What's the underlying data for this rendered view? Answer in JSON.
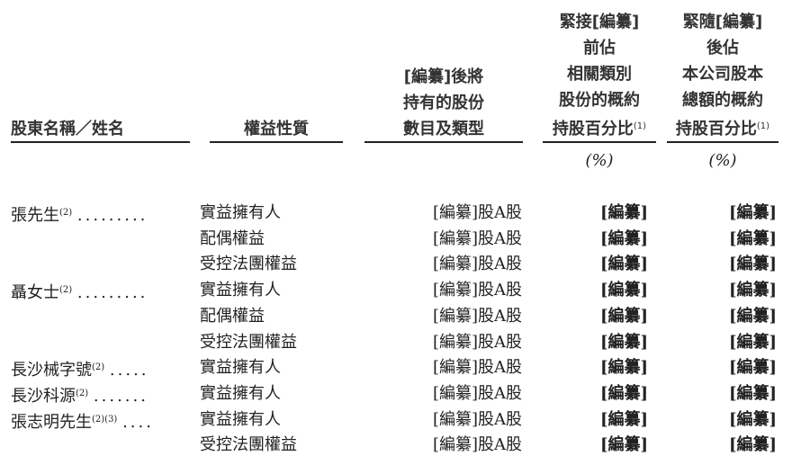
{
  "headers": {
    "name": [
      "股東名稱／姓名"
    ],
    "nature": [
      "權益性質"
    ],
    "shares": [
      "[編纂]後將",
      "持有的股份",
      "數目及類型"
    ],
    "pct_before": [
      "緊接[編纂]",
      "前佔",
      "相關類別",
      "股份的概約",
      "持股百分比"
    ],
    "pct_after": [
      "緊隨[編纂]",
      "後佔",
      "本公司股本",
      "總額的概約",
      "持股百分比"
    ],
    "note": "(1)",
    "unit": "(%)"
  },
  "rows": [
    {
      "name": "張先生",
      "note": "(2)",
      "dots": ".........",
      "nature": "實益擁有人",
      "shares": "[編纂]股A股",
      "pct_before": "[編纂]",
      "pct_after": "[編纂]"
    },
    {
      "name": "",
      "note": "",
      "dots": "",
      "nature": "配偶權益",
      "shares": "[編纂]股A股",
      "pct_before": "[編纂]",
      "pct_after": "[編纂]"
    },
    {
      "name": "",
      "note": "",
      "dots": "",
      "nature": "受控法團權益",
      "shares": "[編纂]股A股",
      "pct_before": "[編纂]",
      "pct_after": "[編纂]"
    },
    {
      "name": "聶女士",
      "note": "(2)",
      "dots": ".........",
      "nature": "實益擁有人",
      "shares": "[編纂]股A股",
      "pct_before": "[編纂]",
      "pct_after": "[編纂]"
    },
    {
      "name": "",
      "note": "",
      "dots": "",
      "nature": "配偶權益",
      "shares": "[編纂]股A股",
      "pct_before": "[編纂]",
      "pct_after": "[編纂]"
    },
    {
      "name": "",
      "note": "",
      "dots": "",
      "nature": "受控法團權益",
      "shares": "[編纂]股A股",
      "pct_before": "[編纂]",
      "pct_after": "[編纂]"
    },
    {
      "name": "長沙械字號",
      "note": "(2)",
      "dots": ".....",
      "nature": "實益擁有人",
      "shares": "[編纂]股A股",
      "pct_before": "[編纂]",
      "pct_after": "[編纂]"
    },
    {
      "name": "長沙科源",
      "note": "(2)",
      "dots": ".......",
      "nature": "實益擁有人",
      "shares": "[編纂]股A股",
      "pct_before": "[編纂]",
      "pct_after": "[編纂]"
    },
    {
      "name": "張志明先生",
      "note": "(2)(3)",
      "dots": "....",
      "nature": "實益擁有人",
      "shares": "[編纂]股A股",
      "pct_before": "[編纂]",
      "pct_after": "[編纂]"
    },
    {
      "name": "",
      "note": "",
      "dots": "",
      "nature": "受控法團權益",
      "shares": "[編纂]股A股",
      "pct_before": "[編纂]",
      "pct_after": "[編纂]"
    }
  ]
}
